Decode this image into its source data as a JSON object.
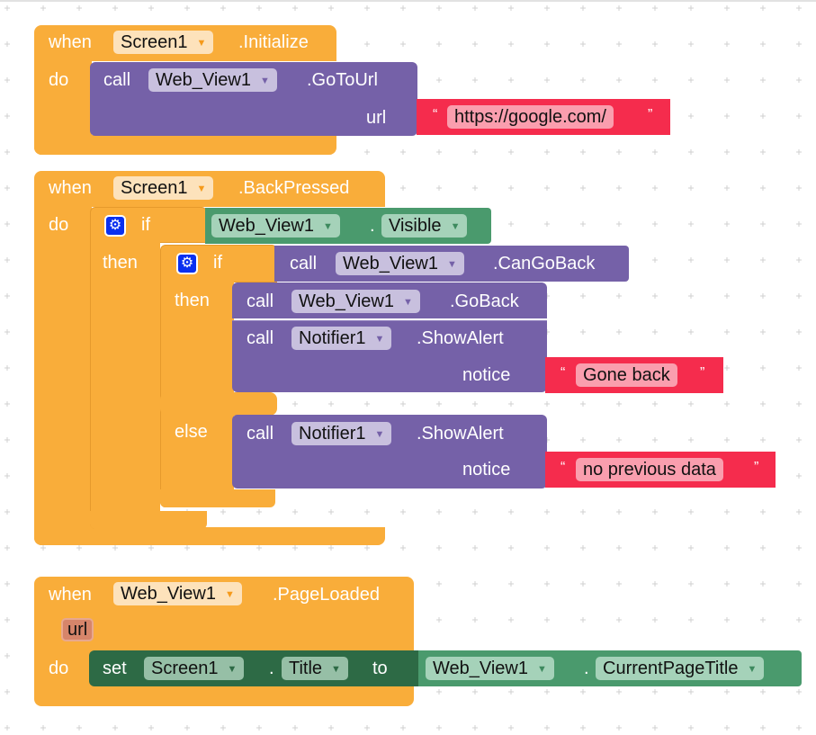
{
  "blocks": {
    "initialize": {
      "when": "when",
      "component": "Screen1",
      "event": ".Initialize",
      "do": "do",
      "call": {
        "keyword": "call",
        "component": "Web_View1",
        "method": ".GoToUrl",
        "arg_name": "url",
        "arg_value": "https://google.com/"
      }
    },
    "back_pressed": {
      "when": "when",
      "component": "Screen1",
      "event": ".BackPressed",
      "do": "do",
      "outer_if": {
        "if": "if",
        "then": "then",
        "condition": {
          "component": "Web_View1",
          "dot": ".",
          "property": "Visible"
        }
      },
      "inner_if": {
        "if": "if",
        "then": "then",
        "else": "else",
        "condition": {
          "keyword": "call",
          "component": "Web_View1",
          "method": ".CanGoBack"
        },
        "then_calls": [
          {
            "keyword": "call",
            "component": "Web_View1",
            "method": ".GoBack"
          },
          {
            "keyword": "call",
            "component": "Notifier1",
            "method": ".ShowAlert",
            "arg_name": "notice",
            "arg_value": "Gone back"
          }
        ],
        "else_call": {
          "keyword": "call",
          "component": "Notifier1",
          "method": ".ShowAlert",
          "arg_name": "notice",
          "arg_value": "no previous data"
        }
      }
    },
    "page_loaded": {
      "when": "when",
      "component": "Web_View1",
      "event": ".PageLoaded",
      "param": "url",
      "do": "do",
      "set": {
        "keyword": "set",
        "component": "Screen1",
        "dot": ".",
        "property": "Title",
        "to": "to",
        "value_component": "Web_View1",
        "value_dot": ".",
        "value_property": "CurrentPageTitle"
      }
    }
  },
  "glyphs": {
    "dropdown": "▼",
    "open_quote": "“",
    "close_quote": "”",
    "gear": "⚙"
  }
}
